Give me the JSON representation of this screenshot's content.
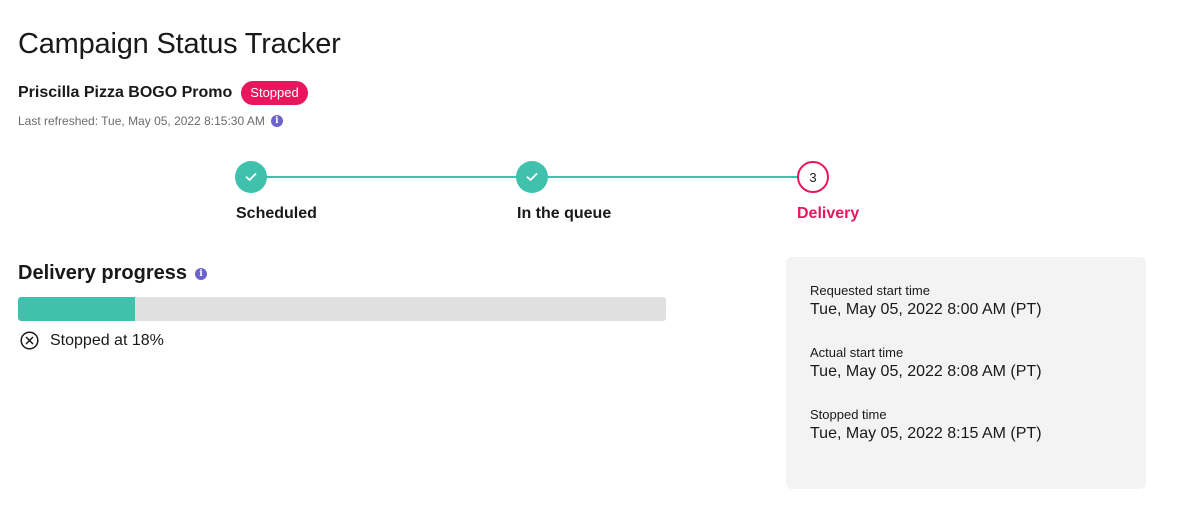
{
  "page": {
    "title": "Campaign Status Tracker"
  },
  "campaign": {
    "name": "Priscilla Pizza BOGO Promo",
    "status": "Stopped",
    "last_refreshed": "Last refreshed: Tue, May 05, 2022 8:15:30 AM"
  },
  "steps": [
    {
      "label": "Scheduled",
      "state": "done",
      "icon": "check-icon"
    },
    {
      "label": "In the queue",
      "state": "done",
      "icon": "check-icon"
    },
    {
      "label": "Delivery",
      "state": "active",
      "number": "3"
    }
  ],
  "progress": {
    "title": "Delivery progress",
    "percent": 18,
    "status_text": "Stopped at 18%",
    "status_icon": "x-circle-icon"
  },
  "times": [
    {
      "label": "Requested start time",
      "value": "Tue, May 05, 2022 8:00 AM (PT)"
    },
    {
      "label": "Actual start time",
      "value": "Tue, May 05, 2022 8:08 AM (PT)"
    },
    {
      "label": "Stopped time",
      "value": "Tue, May 05, 2022 8:15 AM (PT)"
    }
  ],
  "colors": {
    "teal": "#3fc1ad",
    "alert": "#e8175d",
    "info": "#6c63d1"
  }
}
